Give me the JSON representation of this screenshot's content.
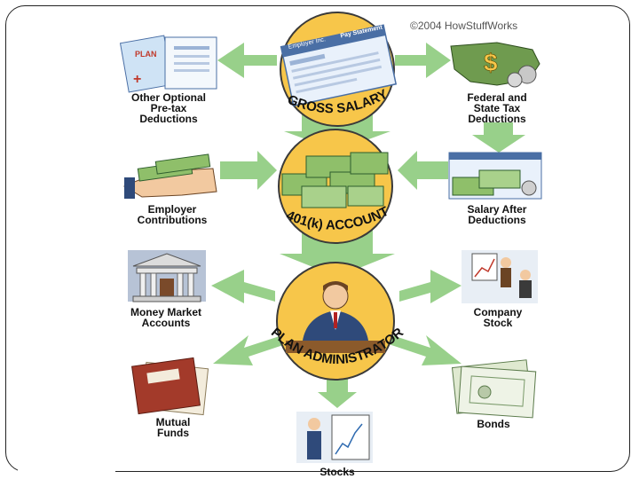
{
  "copyright": "©2004 HowStuffWorks",
  "hubs": {
    "gross_salary": "GROSS SALARY",
    "account_401k": "401(k) ACCOUNT",
    "plan_administrator": "PLAN ADMINISTRATOR",
    "pay_stub_company": "Employer Inc.",
    "pay_stub_title": "Pay Statement"
  },
  "nodes": {
    "other_optional": "Other Optional\nPre-tax\nDeductions",
    "federal_state_tax": "Federal and\nState Tax\nDeductions",
    "employer_contributions": "Employer\nContributions",
    "salary_after_deductions": "Salary After\nDeductions",
    "money_market": "Money Market\nAccounts",
    "company_stock": "Company\nStock",
    "mutual_funds": "Mutual\nFunds",
    "bonds": "Bonds",
    "stocks": "Stocks"
  },
  "icons": {
    "plan_doc": "PLAN",
    "dollar_sign": "$"
  },
  "colors": {
    "arrow": "#98d08a",
    "hub_fill": "#f7c64a",
    "hub_stroke": "#3a3a3a",
    "cash": "#8fbf6a"
  }
}
